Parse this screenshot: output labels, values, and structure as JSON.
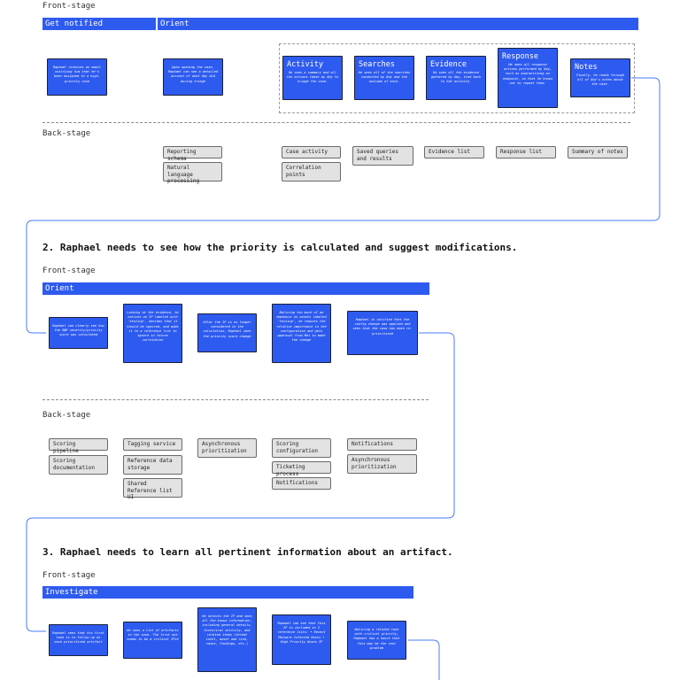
{
  "s1": {
    "front_label": "Front-stage",
    "back_label": "Back-stage",
    "bars": [
      "Get notified",
      "Orient"
    ],
    "cards": [
      {
        "body": "Raphael receives an email notifying him that he's been assigned to a high-priority case"
      },
      {
        "body": "Upon opening the case, Raphael can see a detailed account of what Aby did during triage"
      },
      {
        "heading": "Activity",
        "body": "He sees a summary and all the actions taken by Aby to triage the case."
      },
      {
        "heading": "Searches",
        "body": "He sees all of the searches conducted by Aby and the outcome of each."
      },
      {
        "heading": "Evidence",
        "body": "He sees all the evidence gathered by Aby, tied back to the activity."
      },
      {
        "heading": "Response",
        "body": "He sees all response actions performed by Aby, such as quarantining an endpoint, so that he knows not to repeat them."
      },
      {
        "heading": "Notes",
        "body": "Finally, he reads through all of Aby's notes about the case."
      }
    ],
    "chips": [
      "Reporting schema",
      "Natural language processing",
      "Case activity",
      "Correlation points",
      "Saved queries and results",
      "Evidence list",
      "Response list",
      "Summary of notes"
    ]
  },
  "s2": {
    "title": "2. Raphael needs to see how the priority is calculated and suggest modifications.",
    "front_label": "Front-stage",
    "back_label": "Back-stage",
    "bar": "Orient",
    "cards": [
      "Raphael can clearly see how the ONE severity/priority score was calculated",
      "Looking at the evidence, he notices an IP labeled with 'testing', decides that it should be ignored, and adds it to a reference list to ignore in future correlation",
      "After the IP is no longer considered in the calculation, Raphael sees the priority score change",
      "Noticing too much of an emphasis on assets labeled 'testing', he reduces the relative importance in the configuration and gets approval from Mei to make the change",
      "Raphael is notified that the config change was applied and sees that the case has been re-prioritized"
    ],
    "chips": [
      "Scoring pipeline",
      "Scoring documentation",
      "Tagging service",
      "Reference data storage",
      "Shared Reference list UI",
      "Asynchronous prioritization",
      "Scoring configuration",
      "Ticketing process",
      "Notifications",
      "Notifications",
      "Asynchronous prioritization"
    ]
  },
  "s3": {
    "title": "3. Raphael needs to learn all pertinent information about an artifact.",
    "front_label": "Front-stage",
    "bar": "Investigate",
    "cards": [
      "Raphael sees that his first task is to follow up on each prioritized artifact",
      "He sees a list of artifacts in the case. The first one seems to be a critical IPv4",
      "He selects the IP and sees all the known information, including general details, historical activity, and related items (threat intel, asset and risk, cases, findings, etc.)",
      "Raphael can see that this IP is included in 2 reference lists: • Recent Malware Infected Hosts • High Priority Asses IP",
      "Noticing a related task with critical priority, Raphael has a hunch that this may be the real problem"
    ]
  },
  "colors": {
    "card": "#2e5bef",
    "chip": "#e2e2e2",
    "connector": "#4a7bf7"
  }
}
